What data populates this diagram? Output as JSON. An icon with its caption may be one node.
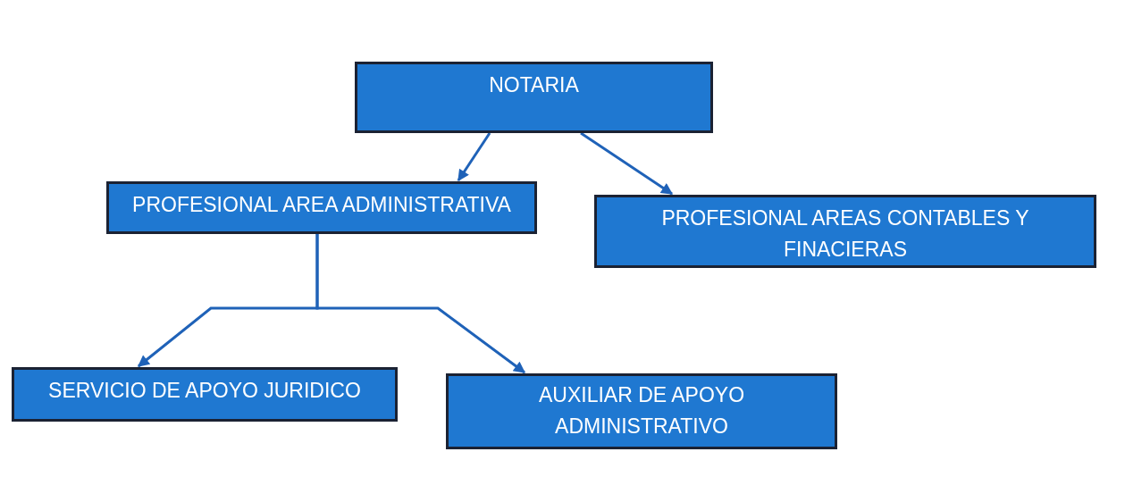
{
  "diagram": {
    "nodes": [
      {
        "text": [
          "NOTARIA"
        ]
      },
      {
        "text": [
          "PROFESIONAL AREA ADMINISTRATIVA"
        ]
      },
      {
        "text": [
          "PROFESIONAL AREAS CONTABLES Y FINACIERAS"
        ]
      },
      {
        "text": [
          "SERVICIO DE APOYO JURIDICO"
        ]
      },
      {
        "text": [
          "AUXILIAR DE APOYO ADMINISTRATIVO"
        ]
      }
    ],
    "edges": [
      {
        "from": 0,
        "to": 1,
        "arrow": "to"
      },
      {
        "from": 0,
        "to": 2,
        "arrow": "to"
      },
      {
        "from": 1,
        "to": 3,
        "arrow": "to"
      },
      {
        "from": 1,
        "to": 4,
        "arrow": "to"
      }
    ]
  }
}
